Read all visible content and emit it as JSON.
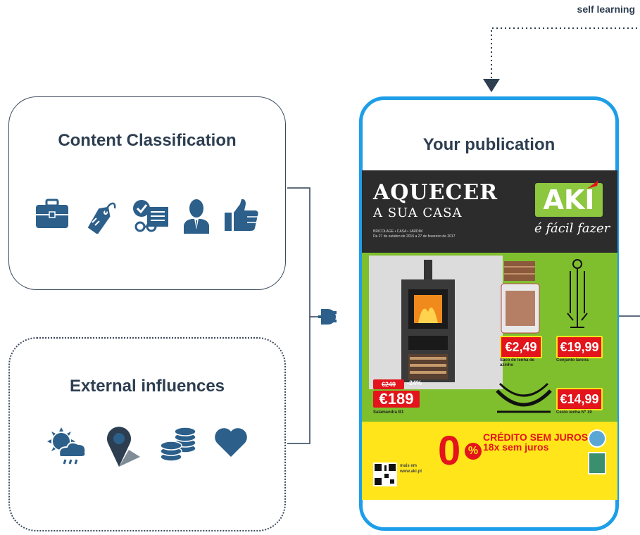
{
  "top_label": "self learning",
  "content_box": {
    "title": "Content Classification",
    "icons": [
      "briefcase-icon",
      "price-tag-icon",
      "reading-document-icon",
      "person-icon",
      "thumbs-up-icon"
    ]
  },
  "external_box": {
    "title": "External influences",
    "icons": [
      "weather-icon",
      "location-pin-icon",
      "coins-icon",
      "heart-icon"
    ]
  },
  "connector_icon": "plug-icon",
  "publication": {
    "title": "Your publication",
    "flyer": {
      "headline": "AQUECER",
      "subheadline": "A SUA CASA",
      "small_line1": "BRICOLAGE • CASA • JARDIM",
      "small_line2": "De 27 de outubro de 2016 a 27 de fevereiro de 2017",
      "logo_text": "AKI",
      "slogan": "é fácil fazer",
      "price_main": "€189",
      "price_old": "€249",
      "discount": "-24%",
      "product_main": "Salamandra B1",
      "price_a": "€2,49",
      "product_a": "Saco de lenha de azinho",
      "price_b": "€19,99",
      "product_b": "Conjunto lareira",
      "price_c": "€14,99",
      "product_c": "Cesto lenha Nº 19",
      "credit_line1": "CRÉDITO SEM JUROS",
      "credit_line2": "18x sem juros",
      "zero": "0",
      "percent": "%",
      "more_label": "mais em",
      "site": "www.aki.pt"
    }
  },
  "colors": {
    "text_dark": "#2d3e50",
    "icon_blue": "#2c5f8a",
    "frame_blue": "#1e9ee8",
    "flyer_green": "#7fbf2e",
    "flyer_yellow": "#ffe51a",
    "price_red": "#e3141b"
  }
}
